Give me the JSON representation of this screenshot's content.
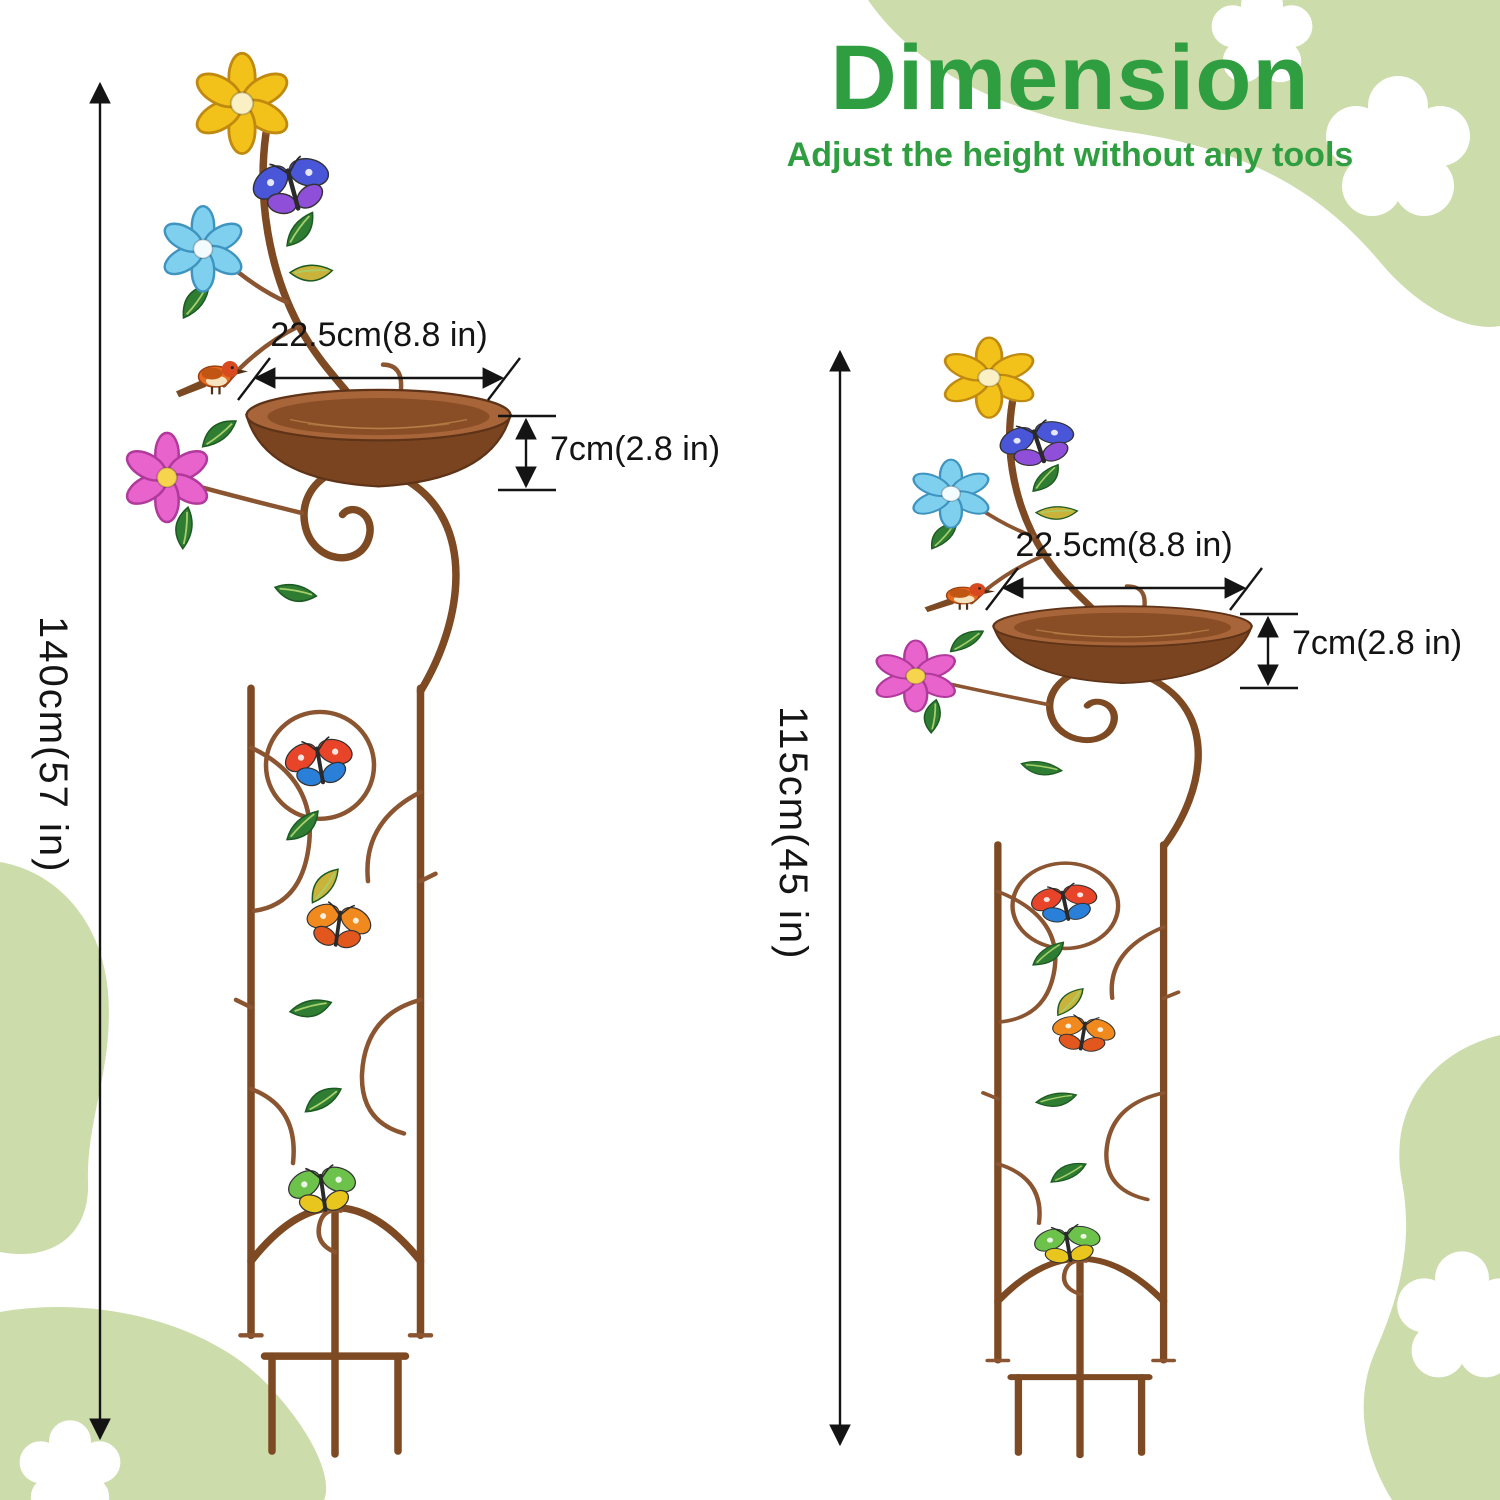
{
  "header": {
    "title": "Dimension",
    "subtitle": "Adjust the height without any tools"
  },
  "variants": {
    "tall": {
      "height": "140cm(57 in)",
      "bowl_width": "22.5cm(8.8 in)",
      "bowl_depth": "7cm(2.8 in)"
    },
    "short": {
      "height": "115cm(45 in)",
      "bowl_width": "22.5cm(8.8 in)",
      "bowl_depth": "7cm(2.8 in)"
    }
  },
  "colors": {
    "accent_green": "#2f9e41",
    "blob_green": "#cddcab",
    "copper_frame": "#7d4a24",
    "bowl_copper": "#a9653a",
    "dimension_text": "#141414"
  },
  "illustration_parts": [
    "yellow-flower",
    "blue-flower",
    "pink-flower",
    "blue-purple-butterfly",
    "rainbow-butterfly",
    "orange-butterfly",
    "green-yellow-butterfly",
    "orange-bird",
    "copper-bowl",
    "leaves",
    "scroll-trellis",
    "ground-prongs"
  ]
}
